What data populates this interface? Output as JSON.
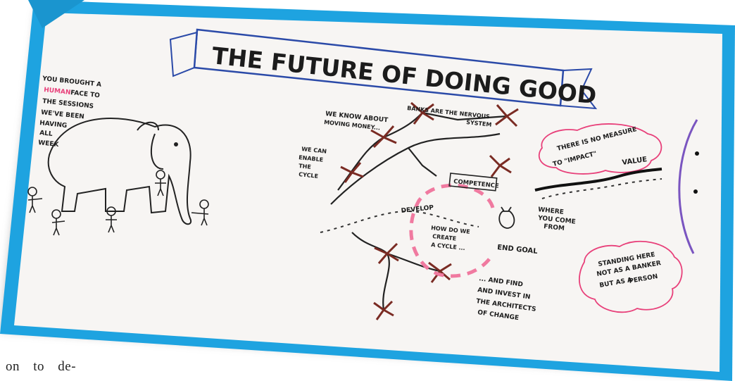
{
  "image": {
    "title": "THE FUTURE OF DOING GOOD",
    "accent_color": "#1ea3e0",
    "highlight_color": "#e8407a",
    "left_quote": {
      "lines": [
        "YOU BROUGHT A",
        "FACE TO",
        "THE SESSIONS",
        "WE'VE BEEN",
        "HAVING",
        "ALL",
        "WEEK"
      ],
      "highlight_word": "HUMAN"
    },
    "network_labels": {
      "know_money": [
        "WE KNOW ABOUT",
        "MOVING MONEY..."
      ],
      "banks": [
        "BANKS ARE THE NERVOUS",
        "SYSTEM"
      ],
      "enable": [
        "WE CAN",
        "ENABLE",
        "THE",
        "CYCLE"
      ],
      "competence": "COMPETENCE",
      "develop": "DEVELOP",
      "create_cycle": [
        "HOW DO WE",
        "CREATE",
        "A CYCLE ..."
      ],
      "end_goal": "END GOAL",
      "find_invest": [
        "... AND FIND",
        "AND INVEST IN",
        "THE ARCHITECTS",
        "OF CHANGE"
      ]
    },
    "measure_cloud": [
      "THERE IS NO MEASURE",
      "TO \"IMPACT\""
    ],
    "value_label": "VALUE",
    "where_from": [
      "WHERE",
      "YOU COME",
      "FROM"
    ],
    "standing_cloud": {
      "lines": [
        "STANDING HERE",
        "NOT AS A BANKER",
        "BUT AS A"
      ],
      "highlight_word": "PERSON"
    }
  },
  "body_text": "on to de-"
}
